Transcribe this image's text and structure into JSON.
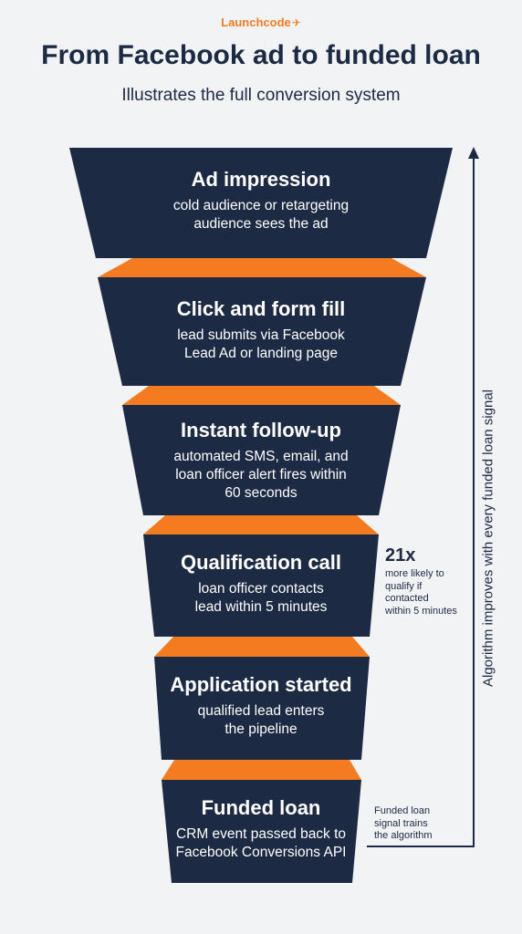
{
  "header": {
    "brand": "Launchcode",
    "title": "From Facebook ad to funded loan",
    "subtitle": "Illustrates the full conversion system"
  },
  "stages": [
    {
      "title": "Ad impression",
      "desc": "cold audience or retargeting\naudience sees the ad"
    },
    {
      "title": "Click and form fill",
      "desc": "lead submits via Facebook\nLead Ad or landing page"
    },
    {
      "title": "Instant follow-up",
      "desc": "automated SMS, email, and\nloan officer alert fires within\n60 seconds"
    },
    {
      "title": "Qualification call",
      "desc": "loan officer contacts\nlead within 5 minutes"
    },
    {
      "title": "Application started",
      "desc": "qualified lead enters\nthe pipeline"
    },
    {
      "title": "Funded loan",
      "desc": "CRM event passed back to\nFacebook Conversions API"
    }
  ],
  "stat": {
    "value": "21x",
    "desc": "more likely to\nqualify if\ncontacted\nwithin 5 minutes"
  },
  "loop": {
    "note": "Funded loan\nsignal trains\nthe algorithm",
    "side_label": "Algorithm improves with every funded loan signal"
  },
  "colors": {
    "stage_fill": "#1d2a44",
    "connector_fill": "#f47b20",
    "text_dark": "#1d2a44"
  }
}
